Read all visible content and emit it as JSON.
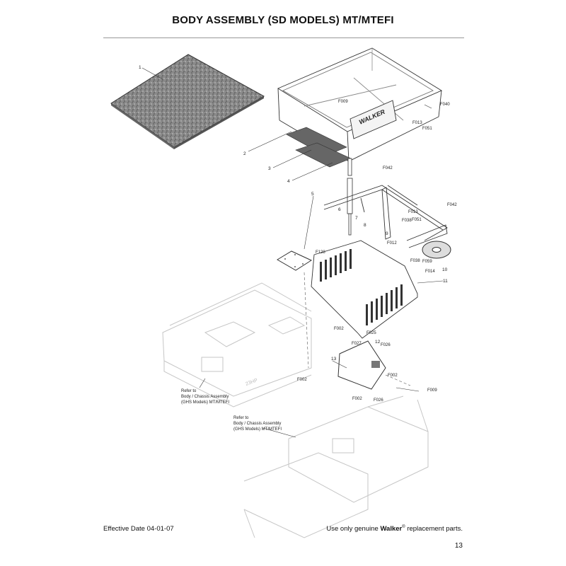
{
  "header": {
    "title": "BODY ASSEMBLY (SD MODELS) MT/MTEFI"
  },
  "footer": {
    "effective_date": "Effective Date 04-01-07",
    "notice_prefix": "Use only genuine",
    "notice_brand": "Walker",
    "notice_reg": "®",
    "notice_suffix": "replacement parts.",
    "page_number": "13"
  },
  "brand_logo": "WALKER",
  "engine_badge": "23HP",
  "callouts": {
    "c1": "1",
    "c2": "2",
    "c3": "3",
    "c4": "4",
    "c5": "5",
    "c6": "6",
    "c7": "7",
    "c8": "8",
    "c9": "9",
    "c10": "10",
    "c11": "11",
    "c12": "12",
    "c13": "13",
    "f009a": "F009",
    "f040": "F040",
    "f013a": "F013",
    "f051a": "F051",
    "f042a": "F042",
    "f042b": "F042",
    "f013b": "F013",
    "f051b": "F051",
    "f038a": "F038",
    "f012": "F012",
    "f038b": "F038",
    "f059": "F059",
    "f014": "F014",
    "f128": "F128",
    "f002a": "F002",
    "f025": "F025",
    "f027": "F027",
    "f026a": "F026",
    "f002b": "F002",
    "f002c": "F002",
    "f002d": "F002",
    "f026b": "F026",
    "f009b": "F009"
  },
  "notes": {
    "note1": [
      "Refer to",
      "Body / Chassis Assembly",
      "(GHS Models) MT/MTEFI"
    ],
    "note2": [
      "Refer to",
      "Body / Chassis Assembly",
      "(GHS Models) MT/MTEFI"
    ]
  }
}
